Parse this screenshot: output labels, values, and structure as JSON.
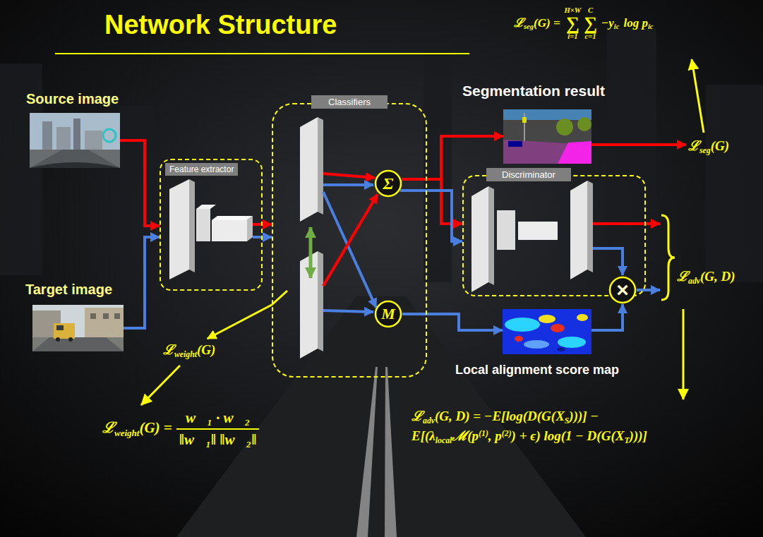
{
  "diagram": {
    "title": "Network Structure",
    "nodes": [
      {
        "text": [
          "Source image"
        ]
      },
      {
        "text": [
          "Target image"
        ]
      },
      {
        "text": [
          "Feature extractor"
        ]
      },
      {
        "text": [
          "Classifiers"
        ]
      },
      {
        "text": [
          "Σ"
        ],
        "in": 3
      },
      {
        "text": [
          "M"
        ],
        "in": 3
      },
      {
        "text": [
          "Segmentation result"
        ]
      },
      {
        "text": [
          "Discriminator"
        ]
      },
      {
        "text": [
          "×"
        ],
        "in": 7
      },
      {
        "text": [
          "Local alignment score map"
        ]
      },
      {
        "text": [
          "ℒ",
          "seg",
          "(G)"
        ]
      },
      {
        "text": [
          "ℒ",
          "adv",
          "(G, D)"
        ]
      },
      {
        "text": [
          "ℒ",
          "weight",
          "(G)"
        ]
      }
    ],
    "edges": [
      {
        "from": 0,
        "to": 2,
        "arrow": "to"
      },
      {
        "from": 1,
        "to": 2,
        "arrow": "to"
      },
      {
        "from": 2,
        "to": 3,
        "arrow": "to"
      },
      {
        "from": 2,
        "to": 3,
        "arrow": "to"
      },
      {
        "from": 4,
        "to": 6,
        "arrow": "to"
      },
      {
        "from": 4,
        "to": 7,
        "arrow": "to"
      },
      {
        "from": 4,
        "to": 7,
        "arrow": "to"
      },
      {
        "from": 5,
        "to": 9,
        "arrow": "to"
      },
      {
        "from": 9,
        "to": 8,
        "arrow": "to"
      },
      {
        "from": 8,
        "to": 11,
        "arrow": "to"
      },
      {
        "from": 7,
        "to": 11,
        "arrow": "to"
      },
      {
        "from": 6,
        "to": 10,
        "arrow": "to"
      },
      {
        "from": 3,
        "to": 12,
        "arrow": "to"
      }
    ],
    "labels": [
      "ℒ",
      "seg",
      "(G) =",
      "H×W",
      "∑",
      "i=1",
      "C",
      "∑",
      "c=1",
      "−y",
      "ic",
      "log p",
      "ic",
      "ℒ",
      "weight",
      "(G) =",
      "w⃗₁ · w⃗₂",
      "‖w⃗₁‖ ‖w⃗₂‖",
      "ℒ",
      "adv",
      "(G, D) = −E[log(D(G(X",
      "S",
      ")))] −",
      "E[(λ",
      "local",
      "ℳ(p",
      "(1)",
      ", p",
      "(2)",
      ") + ϵ) log(1 − D(G(X",
      "T",
      ")))]"
    ]
  }
}
